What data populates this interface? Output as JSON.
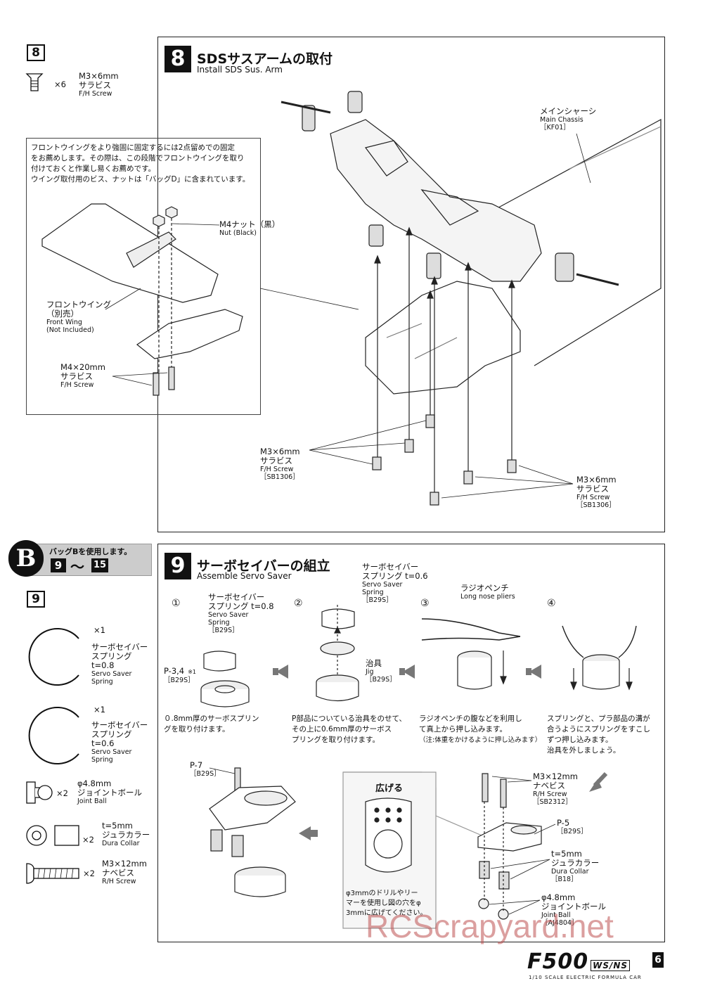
{
  "step8_sidebar": {
    "number": "8",
    "parts": [
      {
        "qty": "×6",
        "jp": "M3×6mm",
        "jp2": "サラビス",
        "en": "F/H Screw",
        "icon": "flat-head-screw-icon"
      }
    ]
  },
  "step8": {
    "number": "8",
    "title_jp": "SDSサスアームの取付",
    "title_en": "Install SDS Sus. Arm",
    "note": [
      "フロントウイングをより強固に固定するには2点留めでの固定",
      "をお薦めします。その際は、この段階でフロントウイングを取り",
      "付けておくと作業し易くお薦めです。",
      "ウイング取付用のビス、ナットは「バッグD」に含まれています。"
    ],
    "labels": {
      "main_chassis": {
        "jp": "メインシャーシ",
        "en": "Main Chassis",
        "code": "［KF01］"
      },
      "m4_nut": {
        "jp": "M4ナット（黒）",
        "en": "Nut (Black)"
      },
      "front_wing": {
        "jp": "フロントウイング",
        "jp2": "（別売）",
        "en": "Front Wing",
        "en2": "(Not Included)"
      },
      "m4x20": {
        "jp": "M4×20mm",
        "jp2": "サラビス",
        "en": "F/H Screw"
      },
      "screw_left": {
        "jp": "M3×6mm",
        "jp2": "サラビス",
        "en": "F/H Screw",
        "code": "［SB1306］"
      },
      "screw_right": {
        "jp": "M3×6mm",
        "jp2": "サラビス",
        "en": "F/H Screw",
        "code": "［SB1306］"
      }
    }
  },
  "bag_b": {
    "letter": "B",
    "text": "バッグBを使用します。",
    "from": "9",
    "tilde": "〜",
    "to": "15"
  },
  "step9_sidebar": {
    "number": "9",
    "parts": [
      {
        "qty": "×1",
        "jp": "サーボセイバー",
        "jp2": "スプリング",
        "jp3": "t=0.8",
        "en": "Servo Saver",
        "en2": "Spring",
        "icon": "spring-ring-icon"
      },
      {
        "qty": "×1",
        "jp": "サーボセイバー",
        "jp2": "スプリング",
        "jp3": "t=0.6",
        "en": "Servo Saver",
        "en2": "Spring",
        "icon": "spring-ring-icon"
      },
      {
        "qty": "×2",
        "jp": "φ4.8mm",
        "jp2": "ジョイントボール",
        "en": "Joint Ball",
        "icon": "joint-ball-icon"
      },
      {
        "qty": "×2",
        "jp": "t=5mm",
        "jp2": "ジュラカラー",
        "en": "Dura Collar",
        "icon": "collar-icon"
      },
      {
        "qty": "×2",
        "jp": "M3×12mm",
        "jp2": "ナベビス",
        "en": "R/H Screw",
        "icon": "round-head-screw-icon"
      }
    ]
  },
  "step9": {
    "number": "9",
    "title_jp": "サーボセイバーの組立",
    "title_en": "Assemble Servo Saver",
    "sub1": {
      "num": "①",
      "label_jp": "サーボセイバー",
      "label_jp2": "スプリング t=0.8",
      "label_en": "Servo Saver",
      "label_en2": "Spring",
      "label_code": "［B29S］",
      "part": "P-3,4",
      "part_mark": "※1",
      "part_code": "［B29S］",
      "text": [
        "０.8mm厚のサーボスプリン",
        "グを取り付けます。"
      ]
    },
    "sub2": {
      "num": "②",
      "label_jp": "サーボセイバー",
      "label_jp2": "スプリング t=0.6",
      "label_en": "Servo Saver",
      "label_en2": "Spring",
      "label_code": "［B29S］",
      "jig_jp": "治具",
      "jig_en": "Jig",
      "jig_code": "［B29S］",
      "text": [
        "P部品についている治具をのせて、",
        "その上に0.6mm厚のサーボス",
        "プリングを取り付けます。"
      ]
    },
    "sub3": {
      "num": "③",
      "pliers_jp": "ラジオペンチ",
      "pliers_en": "Long nose pliers",
      "text": [
        "ラジオペンチの腹などを利用し",
        "て真上から押し込みます。",
        "（注:体重をかけるように押し込みます）"
      ]
    },
    "sub4": {
      "num": "④",
      "text": [
        "スプリングと、プラ部品の溝が",
        "合うようにスプリングをすこし",
        "ずつ押し込みます。",
        "治具を外しましょう。"
      ]
    },
    "bottom": {
      "p7": "P-7",
      "p7_code": "［B29S］",
      "widen": "広げる",
      "widen_note": [
        "φ3mmのドリルやリー",
        "マーを使用し図の穴をφ",
        "3mmに広げてください。"
      ],
      "screw": {
        "jp": "M3×12mm",
        "jp2": "ナベビス",
        "en": "R/H Screw",
        "code": "［SB2312］"
      },
      "p5": {
        "part": "P-5",
        "code": "［B29S］"
      },
      "collar": {
        "jp": "t=5mm",
        "jp2": "ジュラカラー",
        "en": "Dura Collar",
        "code": "［B18］"
      },
      "ball": {
        "jp": "φ4.8mm",
        "jp2": "ジョイントボール",
        "en": "Joint Ball",
        "code": "［AJ4804］"
      }
    }
  },
  "footer": {
    "logo": "F500",
    "logo_suffix": "WS/NS",
    "tagline": "1/10 SCALE ELECTRIC FORMULA CAR",
    "page": "6",
    "watermark": "RCScrapyard.net"
  }
}
